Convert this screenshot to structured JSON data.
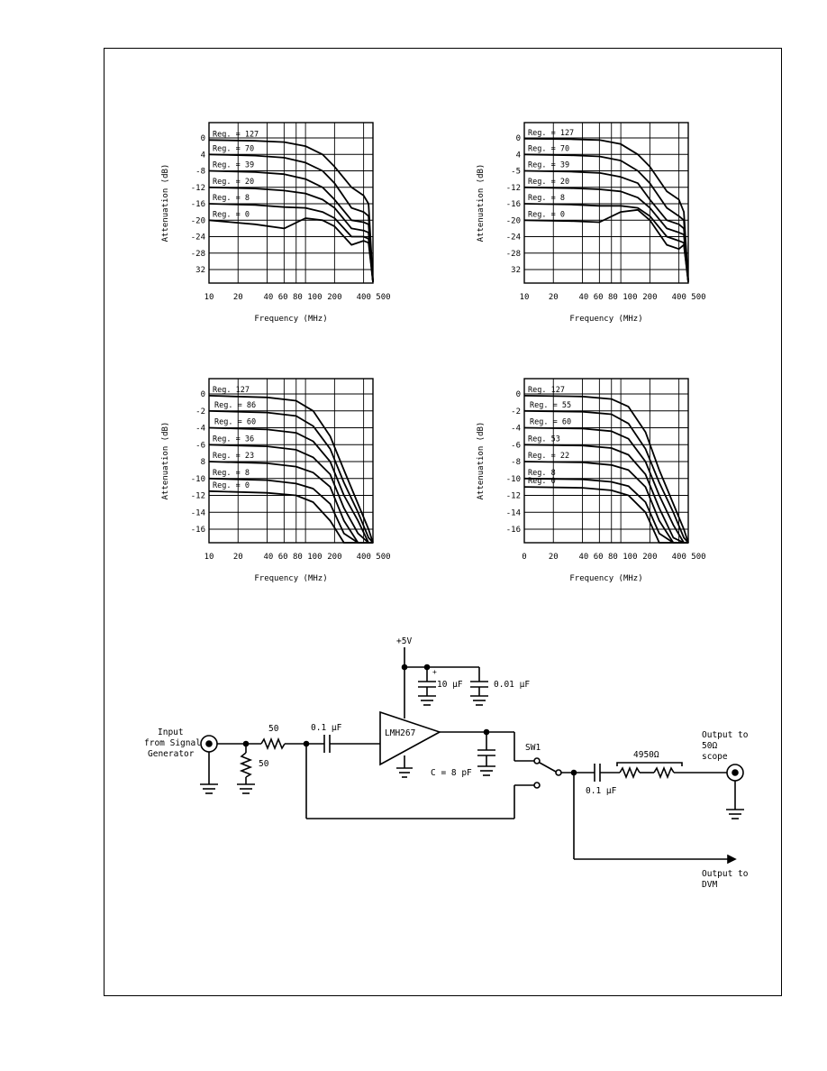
{
  "chart_data": [
    {
      "type": "line",
      "xlabel": "Frequency (MHz)",
      "ylabel": "Attenuation (dB)",
      "x_scale": "log",
      "x_ticks": [
        10,
        20,
        40,
        60,
        80,
        100,
        200,
        400,
        500
      ],
      "x_tick_labels": [
        "10",
        "20",
        "40 60 80 100",
        "200",
        "400 500"
      ],
      "y_ticks": [
        0,
        -4,
        -8,
        -12,
        -16,
        -20,
        -24,
        -28,
        -32
      ],
      "y_tick_labels": [
        "0",
        "4",
        "-8",
        "-12",
        "-16",
        "-20",
        "-24",
        "-28",
        "32"
      ],
      "ylim": [
        -35,
        2
      ],
      "xlim": [
        10,
        500
      ],
      "grid": true,
      "series": [
        {
          "name": "Reg. = 127",
          "x": [
            10,
            30,
            60,
            100,
            150,
            200,
            300,
            400,
            450,
            500
          ],
          "y": [
            -0.5,
            -0.7,
            -1,
            -2,
            -4,
            -7,
            -12,
            -14,
            -16,
            -35
          ]
        },
        {
          "name": "Reg. = 70",
          "x": [
            10,
            30,
            60,
            100,
            150,
            200,
            300,
            400,
            450,
            500
          ],
          "y": [
            -4,
            -4.3,
            -4.8,
            -6,
            -8,
            -11,
            -17,
            -18,
            -19,
            -35
          ]
        },
        {
          "name": "Reg. = 39",
          "x": [
            10,
            30,
            60,
            100,
            150,
            200,
            300,
            400,
            450,
            500
          ],
          "y": [
            -8,
            -8.3,
            -8.8,
            -10,
            -12,
            -15,
            -20,
            -20.5,
            -21,
            -35
          ]
        },
        {
          "name": "Reg. = 20",
          "x": [
            10,
            30,
            60,
            100,
            150,
            200,
            300,
            400,
            450,
            500
          ],
          "y": [
            -12,
            -12.3,
            -12.8,
            -13.5,
            -15,
            -17,
            -22,
            -22.5,
            -23,
            -35
          ]
        },
        {
          "name": "Reg. = 8",
          "x": [
            10,
            30,
            60,
            100,
            150,
            200,
            300,
            400,
            450,
            500
          ],
          "y": [
            -16,
            -16.3,
            -16.8,
            -17,
            -18,
            -19.5,
            -24,
            -24,
            -24.5,
            -35
          ]
        },
        {
          "name": "Reg. = 0",
          "x": [
            10,
            30,
            60,
            100,
            150,
            200,
            300,
            400,
            450,
            500
          ],
          "y": [
            -20,
            -21,
            -22,
            -19.5,
            -20,
            -21.5,
            -26,
            -25,
            -25.5,
            -35
          ]
        }
      ]
    },
    {
      "type": "line",
      "xlabel": "Frequency (MHz)",
      "ylabel": "Attenuation (dB)",
      "x_scale": "log",
      "x_ticks": [
        10,
        20,
        40,
        60,
        80,
        100,
        200,
        400,
        500
      ],
      "x_tick_labels": [
        "10",
        "20",
        "40 60 80 100",
        "200",
        "400 500"
      ],
      "y_ticks": [
        0,
        -4,
        -8,
        -12,
        -16,
        -20,
        -24,
        -28,
        -32
      ],
      "y_tick_labels": [
        "0",
        "4",
        "-5",
        "-12",
        "-16",
        "-20",
        "-24",
        "-28",
        "32"
      ],
      "ylim": [
        -35,
        2
      ],
      "xlim": [
        10,
        500
      ],
      "grid": true,
      "series": [
        {
          "name": "Reg. = 127",
          "x": [
            10,
            30,
            60,
            100,
            150,
            200,
            300,
            400,
            450,
            500
          ],
          "y": [
            -0.2,
            -0.3,
            -0.5,
            -1.5,
            -4,
            -7,
            -13,
            -15,
            -18,
            -35
          ]
        },
        {
          "name": "Reg. = 70",
          "x": [
            10,
            30,
            60,
            100,
            150,
            200,
            300,
            400,
            450,
            500
          ],
          "y": [
            -4,
            -4.2,
            -4.5,
            -5.5,
            -8,
            -11,
            -17,
            -19,
            -20,
            -35
          ]
        },
        {
          "name": "Reg. = 39",
          "x": [
            10,
            30,
            60,
            100,
            150,
            200,
            300,
            400,
            450,
            500
          ],
          "y": [
            -8,
            -8.2,
            -8.5,
            -9.5,
            -11,
            -15,
            -20,
            -21,
            -22,
            -35
          ]
        },
        {
          "name": "Reg. = 20",
          "x": [
            10,
            30,
            60,
            100,
            150,
            200,
            300,
            400,
            450,
            500
          ],
          "y": [
            -12,
            -12.2,
            -12.5,
            -13,
            -14.5,
            -17,
            -22,
            -23,
            -23.5,
            -35
          ]
        },
        {
          "name": "Reg. = 8",
          "x": [
            10,
            30,
            60,
            100,
            150,
            200,
            300,
            400,
            450,
            500
          ],
          "y": [
            -16,
            -16.2,
            -16.5,
            -16.5,
            -17,
            -19,
            -24,
            -25,
            -25.5,
            -35
          ]
        },
        {
          "name": "Reg. = 0",
          "x": [
            10,
            30,
            60,
            100,
            150,
            200,
            300,
            400,
            450,
            500
          ],
          "y": [
            -20,
            -20.2,
            -20.5,
            -18,
            -17.5,
            -20,
            -26,
            -27,
            -26,
            -35
          ]
        }
      ]
    },
    {
      "type": "line",
      "xlabel": "Frequency (MHz)",
      "ylabel": "Attenuation (dB)",
      "x_scale": "log",
      "x_ticks": [
        10,
        20,
        40,
        60,
        80,
        100,
        200,
        400,
        500
      ],
      "x_tick_labels": [
        "10",
        "20",
        "40 60 80 100",
        "200",
        "400 500"
      ],
      "y_ticks": [
        0,
        -2,
        -4,
        -6,
        -8,
        -10,
        -12,
        -14,
        -16
      ],
      "y_tick_labels": [
        "0",
        "-2",
        "-4",
        "-6",
        "8",
        "-10",
        "-12",
        "-14",
        "-16"
      ],
      "ylim": [
        -18,
        1
      ],
      "xlim": [
        10,
        500
      ],
      "grid": true,
      "series": [
        {
          "name": "Reg. 127",
          "x": [
            10,
            40,
            80,
            120,
            180,
            250,
            350,
            450,
            500
          ],
          "y": [
            -0.2,
            -0.4,
            -0.8,
            -2,
            -5,
            -9,
            -13,
            -16,
            -18
          ]
        },
        {
          "name": "Reg. = 86",
          "x": [
            10,
            40,
            80,
            120,
            180,
            250,
            350,
            450,
            500
          ],
          "y": [
            -2,
            -2.2,
            -2.6,
            -3.8,
            -6.5,
            -10.5,
            -14,
            -17,
            -18
          ]
        },
        {
          "name": "Reg. = 60",
          "x": [
            10,
            40,
            80,
            120,
            180,
            250,
            350,
            450,
            500
          ],
          "y": [
            -4,
            -4.2,
            -4.6,
            -5.6,
            -8,
            -12,
            -15,
            -18,
            -18
          ]
        },
        {
          "name": "Reg. = 36",
          "x": [
            10,
            40,
            80,
            120,
            180,
            250,
            350,
            450,
            500
          ],
          "y": [
            -6,
            -6.2,
            -6.6,
            -7.5,
            -9.5,
            -13.5,
            -16.5,
            -18,
            -18
          ]
        },
        {
          "name": "Reg. = 23",
          "x": [
            10,
            40,
            80,
            120,
            180,
            250,
            350,
            450,
            500
          ],
          "y": [
            -8,
            -8.2,
            -8.6,
            -9.3,
            -11,
            -15,
            -18,
            -18,
            -18
          ]
        },
        {
          "name": "Reg. = 8",
          "x": [
            10,
            40,
            80,
            120,
            180,
            250,
            350,
            450,
            500
          ],
          "y": [
            -10,
            -10.2,
            -10.6,
            -11.2,
            -13,
            -16.5,
            -18,
            -18,
            -18
          ]
        },
        {
          "name": "Reg. = 0",
          "x": [
            10,
            40,
            80,
            120,
            180,
            250,
            350,
            450,
            500
          ],
          "y": [
            -11.5,
            -11.7,
            -12,
            -12.8,
            -15,
            -18,
            -18,
            -18,
            -18
          ]
        }
      ]
    },
    {
      "type": "line",
      "xlabel": "Frequency (MHz)",
      "ylabel": "Attenuation (dB)",
      "x_scale": "log",
      "x_ticks": [
        10,
        20,
        40,
        60,
        80,
        100,
        200,
        400,
        500
      ],
      "x_tick_labels": [
        "0",
        "20",
        "40 60 80 100",
        "200",
        "400 500"
      ],
      "y_ticks": [
        0,
        -2,
        -4,
        -6,
        -8,
        -10,
        -12,
        -14,
        -16
      ],
      "y_tick_labels": [
        "0",
        "-2",
        "-4",
        "-6",
        "-8",
        "-10",
        "-12",
        "-14",
        "-16"
      ],
      "ylim": [
        -18,
        1
      ],
      "xlim": [
        10,
        500
      ],
      "grid": true,
      "series": [
        {
          "name": "Reg. 127",
          "x": [
            10,
            40,
            80,
            120,
            180,
            250,
            350,
            450,
            500
          ],
          "y": [
            -0.2,
            -0.3,
            -0.6,
            -1.5,
            -4.5,
            -9,
            -13,
            -16,
            -18
          ]
        },
        {
          "name": "Reg. = 55",
          "x": [
            10,
            40,
            80,
            120,
            180,
            250,
            350,
            450,
            500
          ],
          "y": [
            -2,
            -2.1,
            -2.4,
            -3.5,
            -6.5,
            -10.5,
            -14,
            -17,
            -18
          ]
        },
        {
          "name": "Reg. = 60",
          "x": [
            10,
            40,
            80,
            120,
            180,
            250,
            350,
            450,
            500
          ],
          "y": [
            -4,
            -4.1,
            -4.4,
            -5.3,
            -8,
            -12,
            -15.5,
            -18,
            -18
          ]
        },
        {
          "name": "Reg. 53",
          "x": [
            10,
            40,
            80,
            120,
            180,
            250,
            350,
            450,
            500
          ],
          "y": [
            -6,
            -6.1,
            -6.4,
            -7.2,
            -9.5,
            -13.5,
            -17,
            -18,
            -18
          ]
        },
        {
          "name": "Reg. = 22",
          "x": [
            10,
            40,
            80,
            120,
            180,
            250,
            350,
            450,
            500
          ],
          "y": [
            -8,
            -8.1,
            -8.4,
            -9,
            -11,
            -15,
            -18,
            -18,
            -18
          ]
        },
        {
          "name": "Reg. 8",
          "x": [
            10,
            40,
            80,
            120,
            180,
            250,
            350,
            450,
            500
          ],
          "y": [
            -10,
            -10.1,
            -10.4,
            -10.9,
            -12.8,
            -16.5,
            -18,
            -18,
            -18
          ]
        },
        {
          "name": "Reg. 0",
          "x": [
            10,
            40,
            80,
            120,
            180,
            250,
            350,
            450,
            500
          ],
          "y": [
            -11,
            -11.1,
            -11.4,
            -12,
            -14,
            -18,
            -18,
            -18,
            -18
          ]
        }
      ]
    }
  ],
  "schematic": {
    "supply_label": "+5V",
    "cap_10uF_label": "10 μF",
    "cap_supply_label": "0.01 μF",
    "input_label_line1": "Input",
    "input_label_line2": "from Signal",
    "input_label_line3": "Generator",
    "res_series_label": "50",
    "res_shunt_label": "50",
    "cap_input_label": "0.1 μF",
    "amp_label": "LMH267",
    "cap_load_label": "C = 8 pF",
    "switch_label": "SW1",
    "cap_output_label": "0.1 μF",
    "res_output_label": "4950Ω",
    "scope_label_line1": "Output to",
    "scope_label_line2": "50Ω",
    "scope_label_line3": "scope",
    "dvm_label_line1": "Output to",
    "dvm_label_line2": "DVM",
    "plus_sign": "+"
  }
}
